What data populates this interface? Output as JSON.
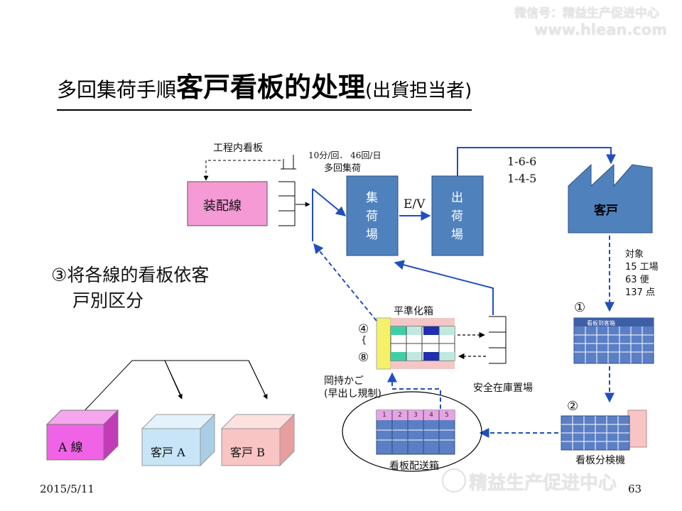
{
  "watermark": {
    "top_line": "微信号：精益生产促进中心",
    "site": "www.hlean.com",
    "bottom_brand": "精益生产促进中心"
  },
  "title": {
    "small": "多回集荷手順",
    "large": "客戸看板的处理",
    "suffix": "(出貨担当者)"
  },
  "labels": {
    "in_process_kanban": "工程内看板",
    "frequency": "10分/回． 46回/日",
    "multi_pickup": "多回集荷",
    "routes_1": "1-6-6",
    "routes_2": "1-4-5",
    "ev": "E/V",
    "target": "対象",
    "plants": "15 工場",
    "trips": "63 便",
    "points": "137 点",
    "leveling_box": "平準化箱",
    "safety_stock": "安全在庫置場",
    "okamochi_1": "岡持かご",
    "okamochi_2": "(早出し規制)",
    "distribution_box": "看板配送箱",
    "sorter": "看板分検機",
    "kanban_arrival_box": "看板到客箱",
    "step_1": "①",
    "step_2": "②",
    "step_4": "④",
    "step_wave": "{",
    "step_8": "⑧",
    "step3_line1": "③将各線的看板依客",
    "step3_line2": "戸別区分"
  },
  "boxes": {
    "assembly": "装配線",
    "collection_1": "集",
    "collection_2": "荷",
    "collection_3": "場",
    "shipping_1": "出",
    "shipping_2": "荷",
    "shipping_3": "場",
    "customer": "客戸",
    "line_a": "A 線",
    "customer_a": "客戸 A",
    "customer_b": "客戸 B"
  },
  "slot_numbers": [
    "1",
    "2",
    "3",
    "4",
    "5"
  ],
  "footer": {
    "date": "2015/5/11",
    "page": "63"
  },
  "colors": {
    "blue_box": "#4f81bd",
    "pink_box": "#f59ad5",
    "magenta_cube": "#f063e6",
    "light_blue_cube": "#c7e5f7",
    "pink_cube": "#f8c4c4",
    "arrow_blue": "#1f4fbf"
  }
}
